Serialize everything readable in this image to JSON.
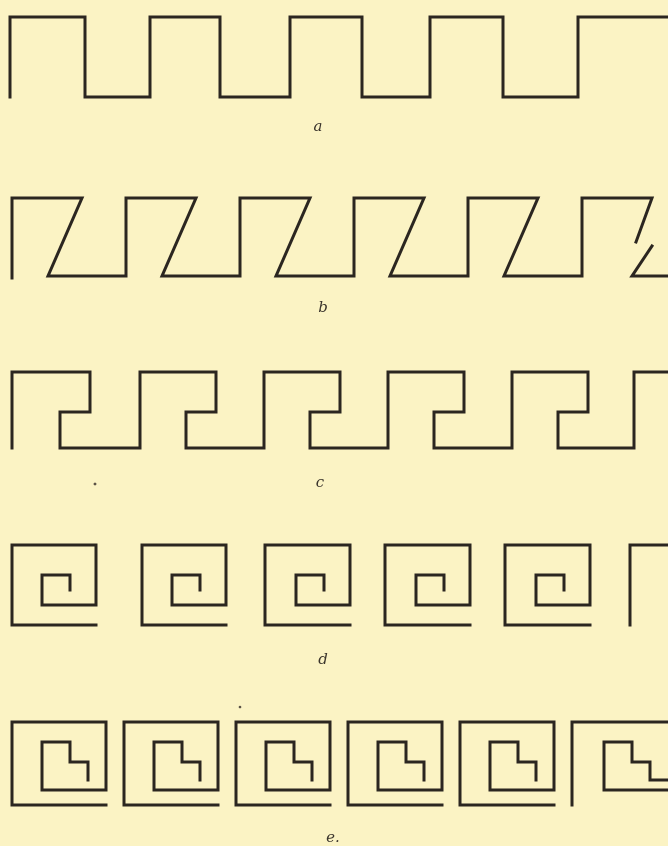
{
  "figure": {
    "background_color": "#fbf3c4",
    "ink_color": "#2b2620",
    "rows": [
      {
        "id": "a",
        "caption": "a",
        "pattern": "square-wave"
      },
      {
        "id": "b",
        "caption": "b",
        "pattern": "slanted-fret"
      },
      {
        "id": "c",
        "caption": "c",
        "pattern": "simple-hook-fret"
      },
      {
        "id": "d",
        "caption": "d",
        "pattern": "meander-key"
      },
      {
        "id": "e",
        "caption": "e.",
        "pattern": "stepped-meander"
      }
    ]
  }
}
